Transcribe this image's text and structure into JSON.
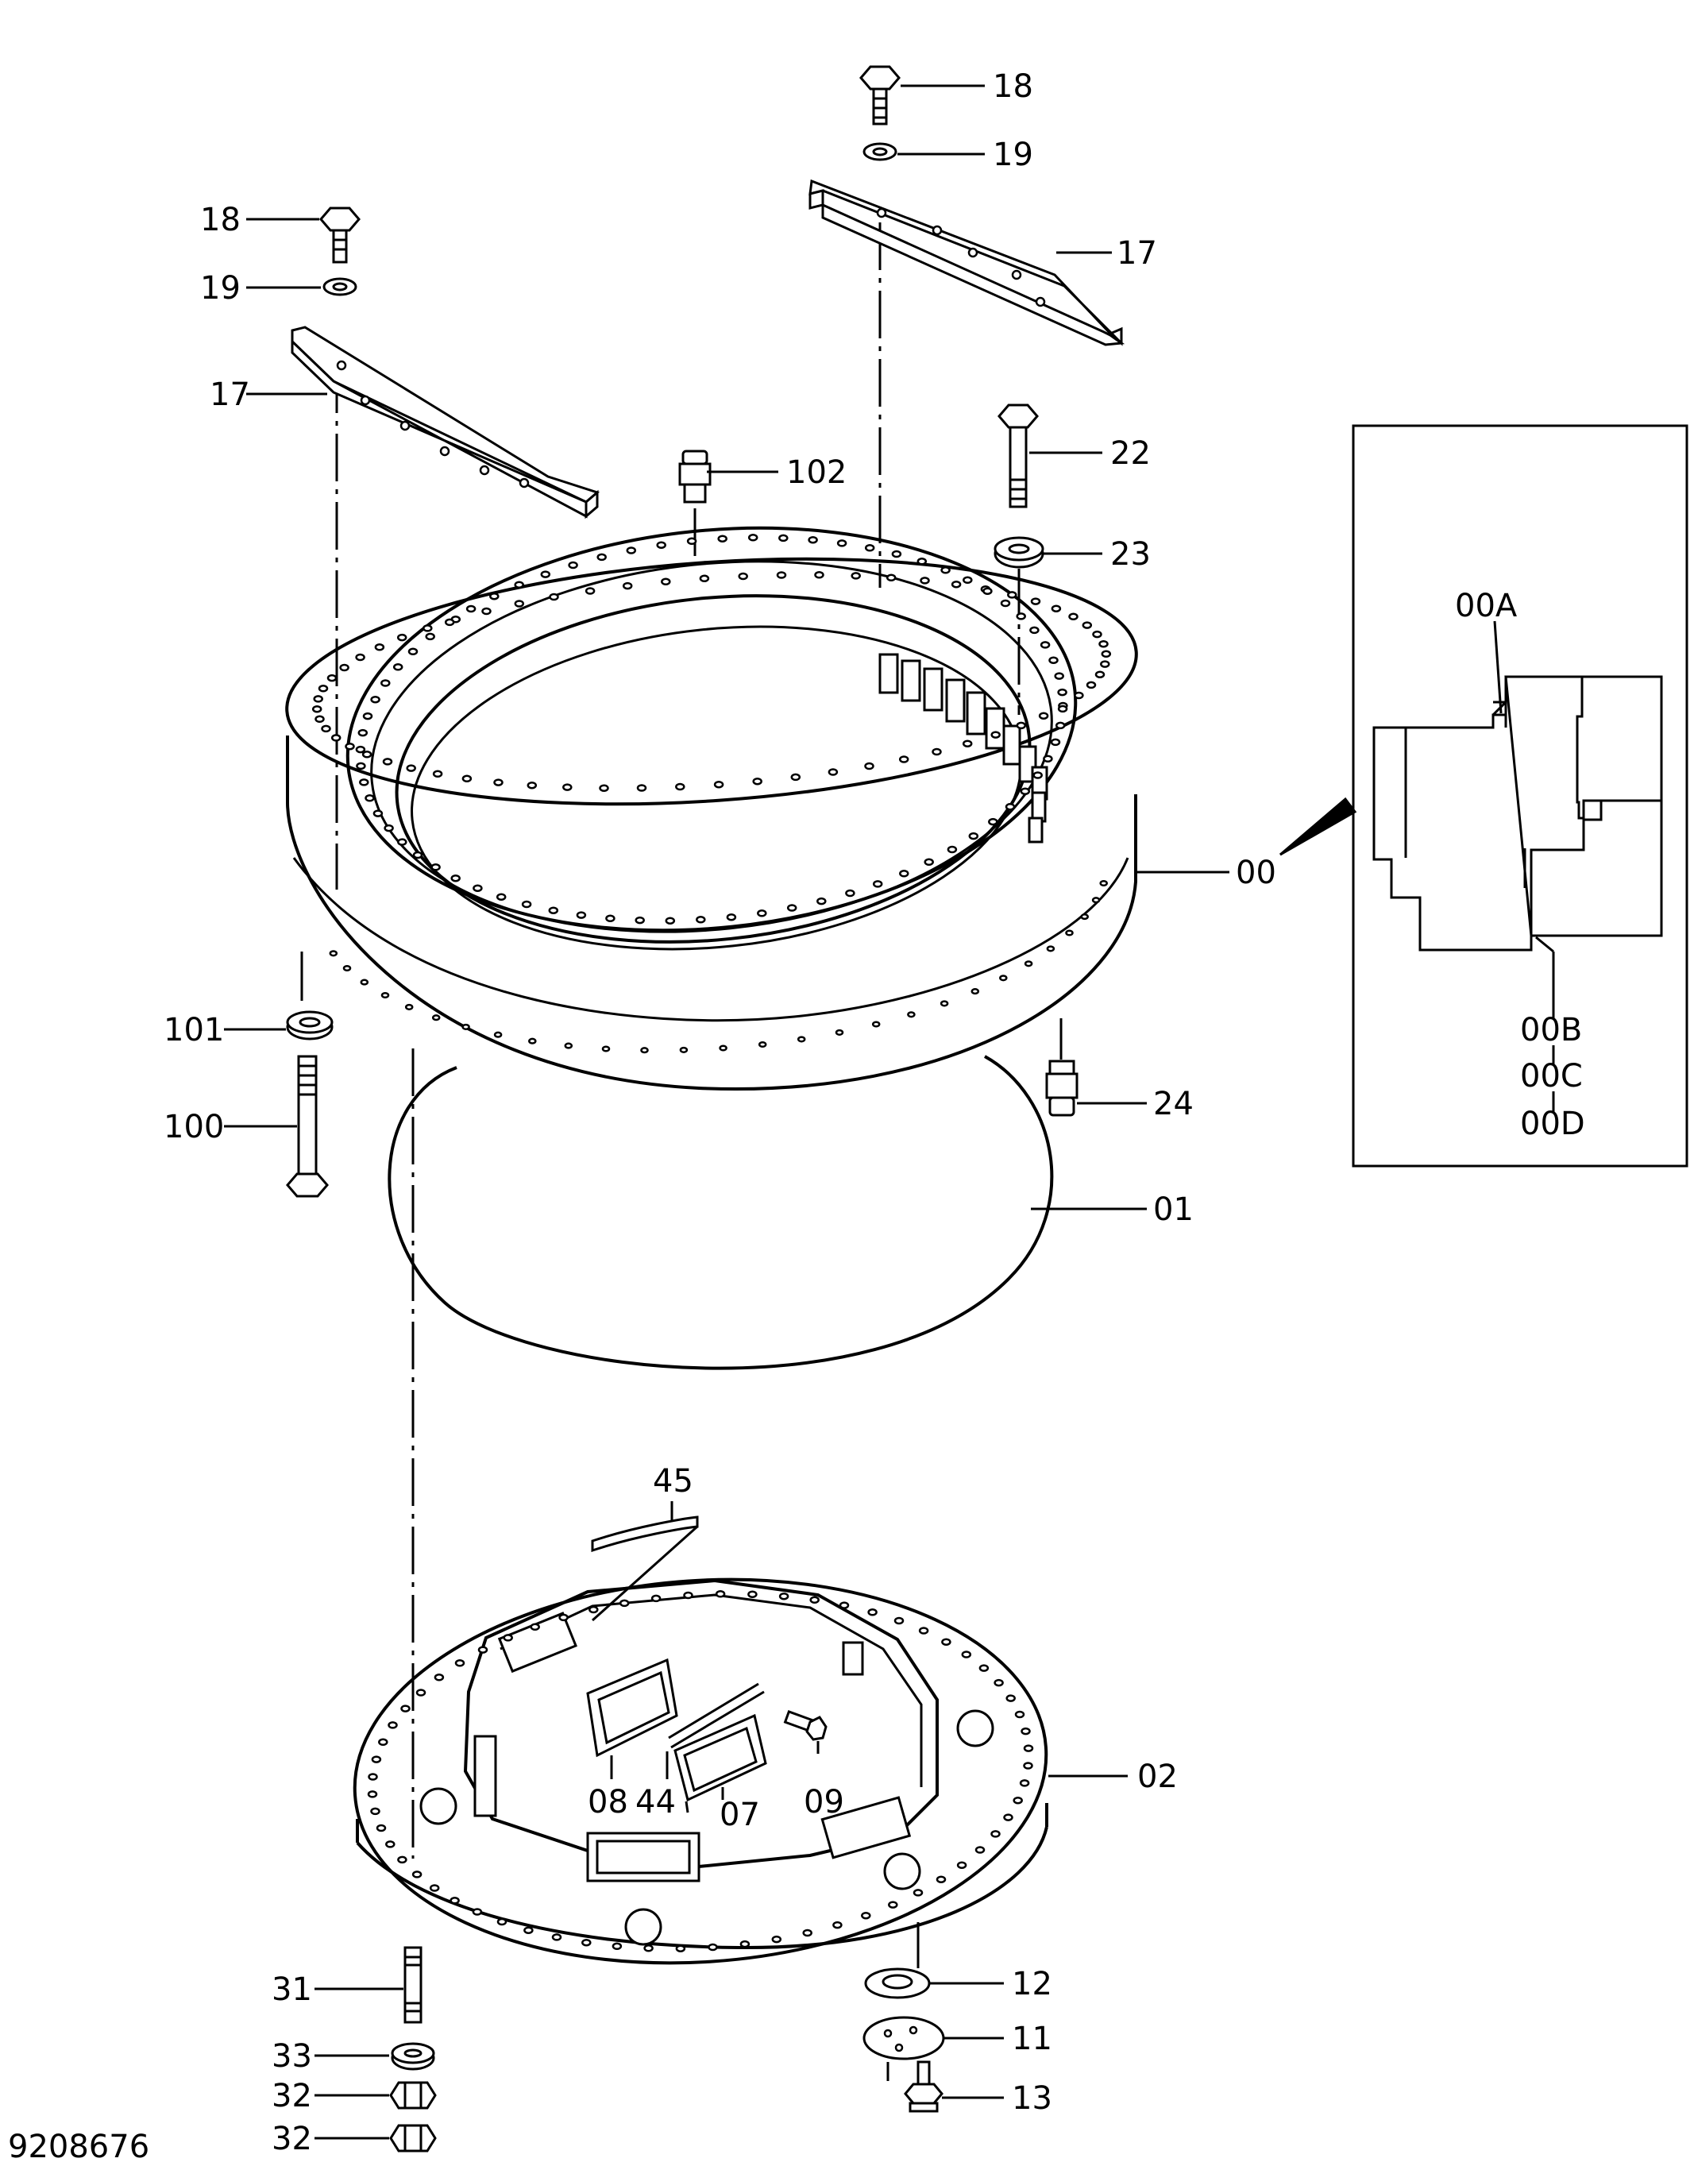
{
  "document_number": "9208676",
  "labels": {
    "l18a": "18",
    "l19a": "19",
    "l17a": "17",
    "l18b": "18",
    "l19b": "19",
    "l17b": "17",
    "l102": "102",
    "l22": "22",
    "l23": "23",
    "l00": "00",
    "l101": "101",
    "l100": "100",
    "l24": "24",
    "l01": "01",
    "l45": "45",
    "l02": "02",
    "l08": "08",
    "l44": "44",
    "l07": "07",
    "l09": "09",
    "l31": "31",
    "l33": "33",
    "l32a": "32",
    "l32b": "32",
    "l12": "12",
    "l11": "11",
    "l13": "13"
  },
  "detail": {
    "l00A": "00A",
    "l00B": "00B",
    "l00C": "00C",
    "l00D": "00D"
  }
}
